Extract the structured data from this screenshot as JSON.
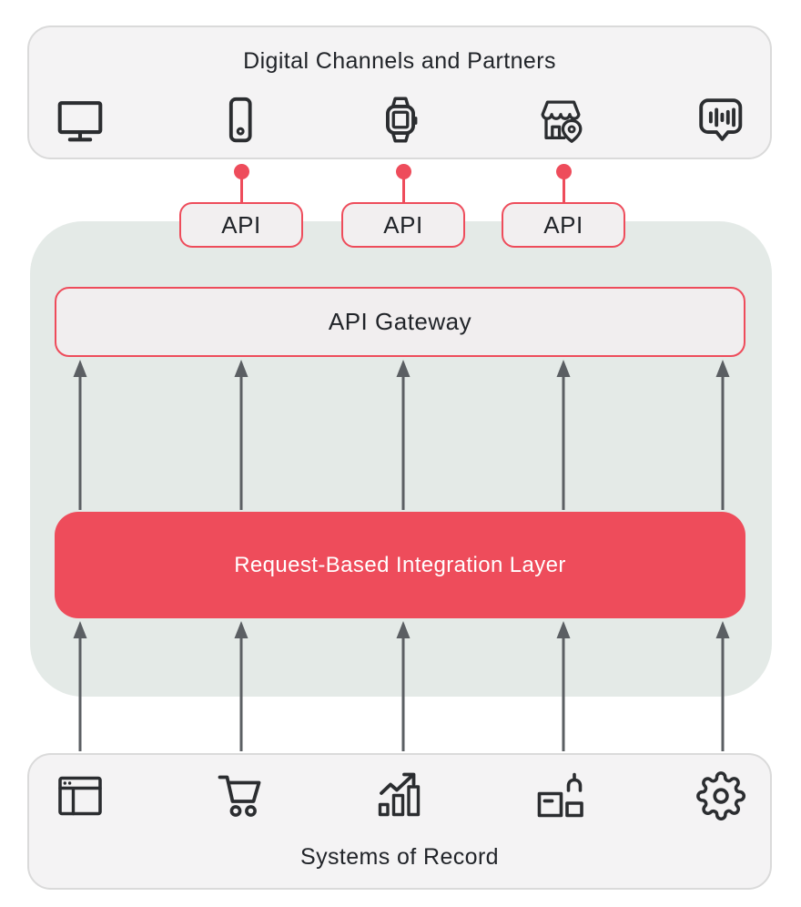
{
  "colors": {
    "accent_red": "#ee4c5b",
    "panel_fill": "#f4f3f4",
    "panel_border": "#dadada",
    "integration_zone_fill": "#e4eae7",
    "chip_fill": "#f2eff0",
    "gateway_fill": "#f1eeef",
    "arrow_gray": "#5b5f63",
    "text_dark": "#212429",
    "text_light": "#ffffff",
    "icon_color": "#2b2d30"
  },
  "channels_panel": {
    "title": "Digital Channels and Partners",
    "icons": [
      "desktop-icon",
      "mobile-icon",
      "smartwatch-icon",
      "store-location-icon",
      "voice-assistant-icon"
    ]
  },
  "api_chips": [
    {
      "label": "API"
    },
    {
      "label": "API"
    },
    {
      "label": "API"
    }
  ],
  "api_gateway": {
    "label": "API Gateway"
  },
  "integration_layer": {
    "label": "Request-Based Integration Layer"
  },
  "systems_panel": {
    "title": "Systems of Record",
    "icons": [
      "web-app-icon",
      "shopping-cart-icon",
      "analytics-icon",
      "production-icon",
      "gear-icon"
    ]
  }
}
